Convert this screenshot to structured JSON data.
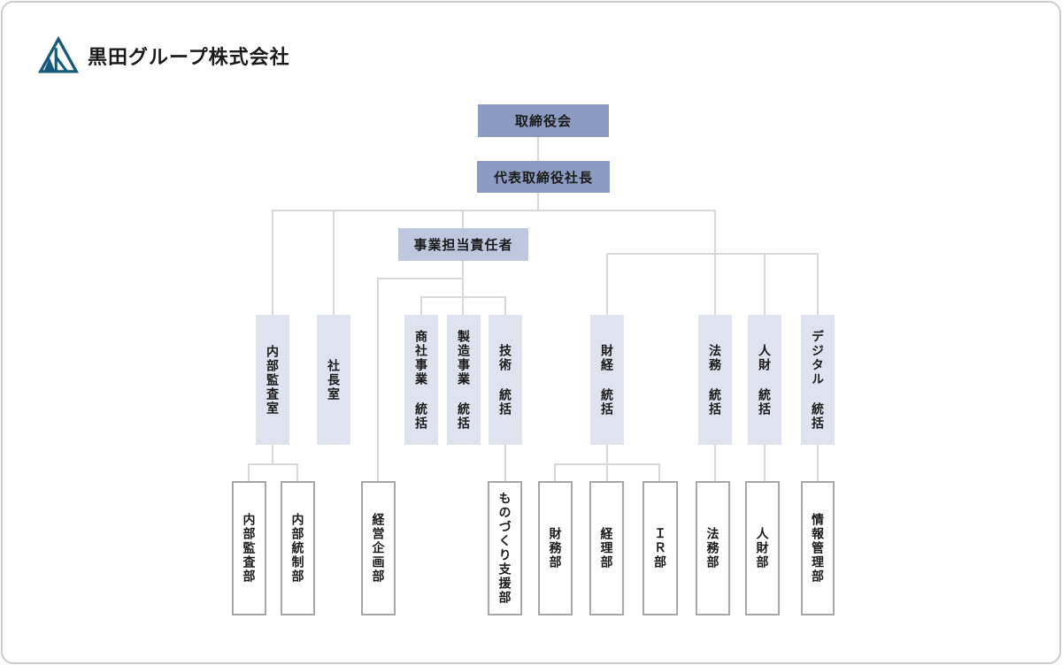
{
  "company": {
    "name": "黒田グループ株式会社"
  },
  "colors": {
    "node-primary": "#8C9BC1",
    "node-secondary": "#BDC7DE",
    "node-tertiary": "#DFE3EF",
    "dept-border": "#A6A6A6",
    "connector": "#D8D8D8",
    "logo": "#15597B",
    "text": "#1A1A1A",
    "card-border": "#CCCCCC"
  },
  "org": {
    "board": {
      "label": "取締役会"
    },
    "president": {
      "label": "代表取締役社長"
    },
    "business_lead": {
      "label": "事業担当責任者"
    },
    "divisions": [
      {
        "label": "内部監査室"
      },
      {
        "label": "社長室"
      },
      {
        "label": "商社事業 統括"
      },
      {
        "label": "製造事業 統括"
      },
      {
        "label": "技術 統括"
      },
      {
        "label": "財経 統括"
      },
      {
        "label": "法務 統括"
      },
      {
        "label": "人財 統括"
      },
      {
        "label": "デジタル 統括"
      }
    ],
    "departments": [
      {
        "label": "内部監査部"
      },
      {
        "label": "内部統制部"
      },
      {
        "label": "経営企画部"
      },
      {
        "label": "ものづくり支援部"
      },
      {
        "label": "財務部"
      },
      {
        "label": "経理部"
      },
      {
        "label": "ＩＲ部"
      },
      {
        "label": "法務部"
      },
      {
        "label": "人財部"
      },
      {
        "label": "情報管理部"
      }
    ]
  }
}
